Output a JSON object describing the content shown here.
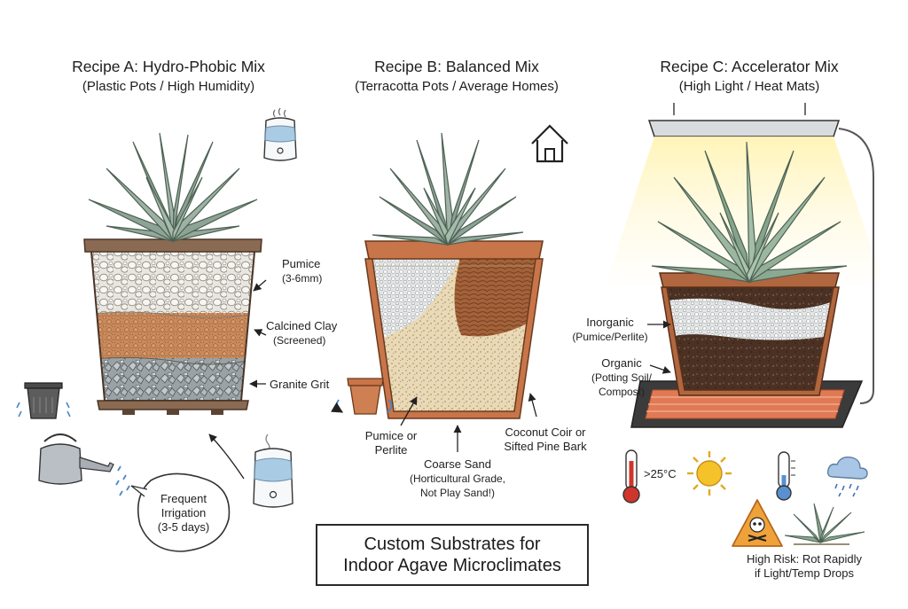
{
  "recipes": {
    "a": {
      "title": "Recipe A: Hydro-Phobic Mix",
      "subtitle": "(Plastic Pots / High Humidity)"
    },
    "b": {
      "title": "Recipe B: Balanced Mix",
      "subtitle": "(Terracotta Pots / Average Homes)"
    },
    "c": {
      "title": "Recipe C: Accelerator Mix",
      "subtitle": "(High Light / Heat Mats)"
    }
  },
  "labels_a": {
    "pumice_line1": "Pumice",
    "pumice_line2": "(3-6mm)",
    "clay_line1": "Calcined Clay",
    "clay_line2": "(Screened)",
    "granite": "Granite Grit",
    "irrigation_line1": "Frequent",
    "irrigation_line2": "Irrigation",
    "irrigation_line3": "(3-5 days)"
  },
  "labels_b": {
    "pumice_line1": "Pumice or",
    "pumice_line2": "Perlite",
    "sand_line1": "Coarse Sand",
    "sand_line2": "(Horticultural Grade,",
    "sand_line3": "Not Play Sand!)",
    "coir_line1": "Coconut Coir or",
    "coir_line2": "Sifted Pine Bark"
  },
  "labels_c": {
    "inorganic_line1": "Inorganic",
    "inorganic_line2": "(Pumice/Perlite)",
    "organic_line1": "Organic",
    "organic_line2": "(Potting Soil/",
    "organic_line3": "Compost)",
    "temp": ">25°C",
    "risk_line1": "High Risk: Rot Rapidly",
    "risk_line2": "if Light/Temp Drops"
  },
  "caption": {
    "line1": "Custom Substrates for",
    "line2": "Indoor Agave Microclimates"
  },
  "colors": {
    "leaf": "#8fa596",
    "leaf_dark": "#5f7669",
    "terracotta": "#c8754a",
    "plastic_pot": "#8a6a52",
    "soil_dark": "#4a3124",
    "clay": "#c98a5c",
    "heat_mat": "#e07a55"
  },
  "icons": [
    "humidifier-icon",
    "house-icon",
    "grow-light-icon",
    "plastic-pot-icon",
    "watering-can-icon",
    "terracotta-pot-icon",
    "thermometer-icon",
    "sun-icon",
    "rain-cloud-icon",
    "skull-warning-icon"
  ]
}
